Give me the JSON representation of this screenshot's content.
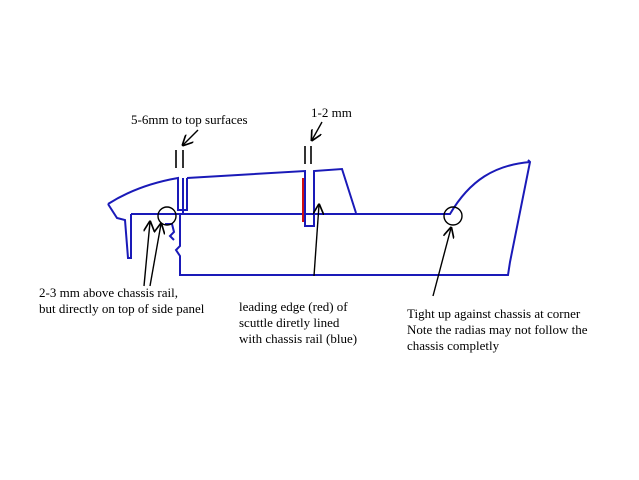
{
  "colors": {
    "body_outline": "#1a1ab8",
    "scuttle_edge": "#d01010",
    "annotation": "#000000",
    "background": "#ffffff"
  },
  "annotations": {
    "top_clearance": "5-6mm to top surfaces",
    "scuttle_gap": "1-2 mm",
    "chassis_rail_note": [
      "2-3 mm above chassis rail,",
      "but directly on top of side panel"
    ],
    "leading_edge_note": [
      "leading edge (red) of",
      "scuttle diretly lined",
      "with chassis rail (blue)"
    ],
    "corner_note": [
      "Tight up against chassis at corner",
      "Note the radias may not follow the",
      "chassis completly"
    ]
  }
}
